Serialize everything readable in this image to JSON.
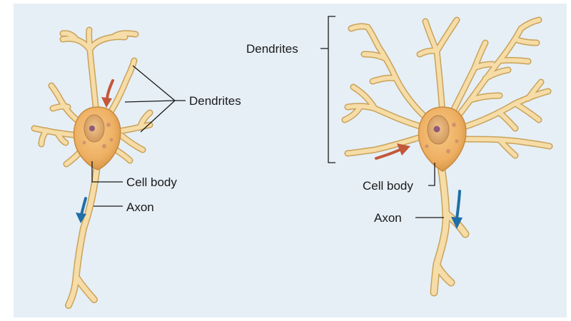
{
  "colors": {
    "background": "#e6eff6",
    "neuron_fill": "#f6dca6",
    "neuron_outline": "#c9a25a",
    "soma": "#f0b767",
    "nucleus": "#d9a164",
    "nucleolus": "#8e5a78",
    "afferent_arrow": "#c4573a",
    "efferent_arrow": "#1f6fa8",
    "label_text": "#1a1a1a"
  },
  "left_neuron": {
    "dendrites_label": "Dendrites",
    "cell_body_label": "Cell body",
    "axon_label": "Axon"
  },
  "right_neuron": {
    "dendrites_label": "Dendrites",
    "cell_body_label": "Cell body",
    "axon_label": "Axon"
  }
}
